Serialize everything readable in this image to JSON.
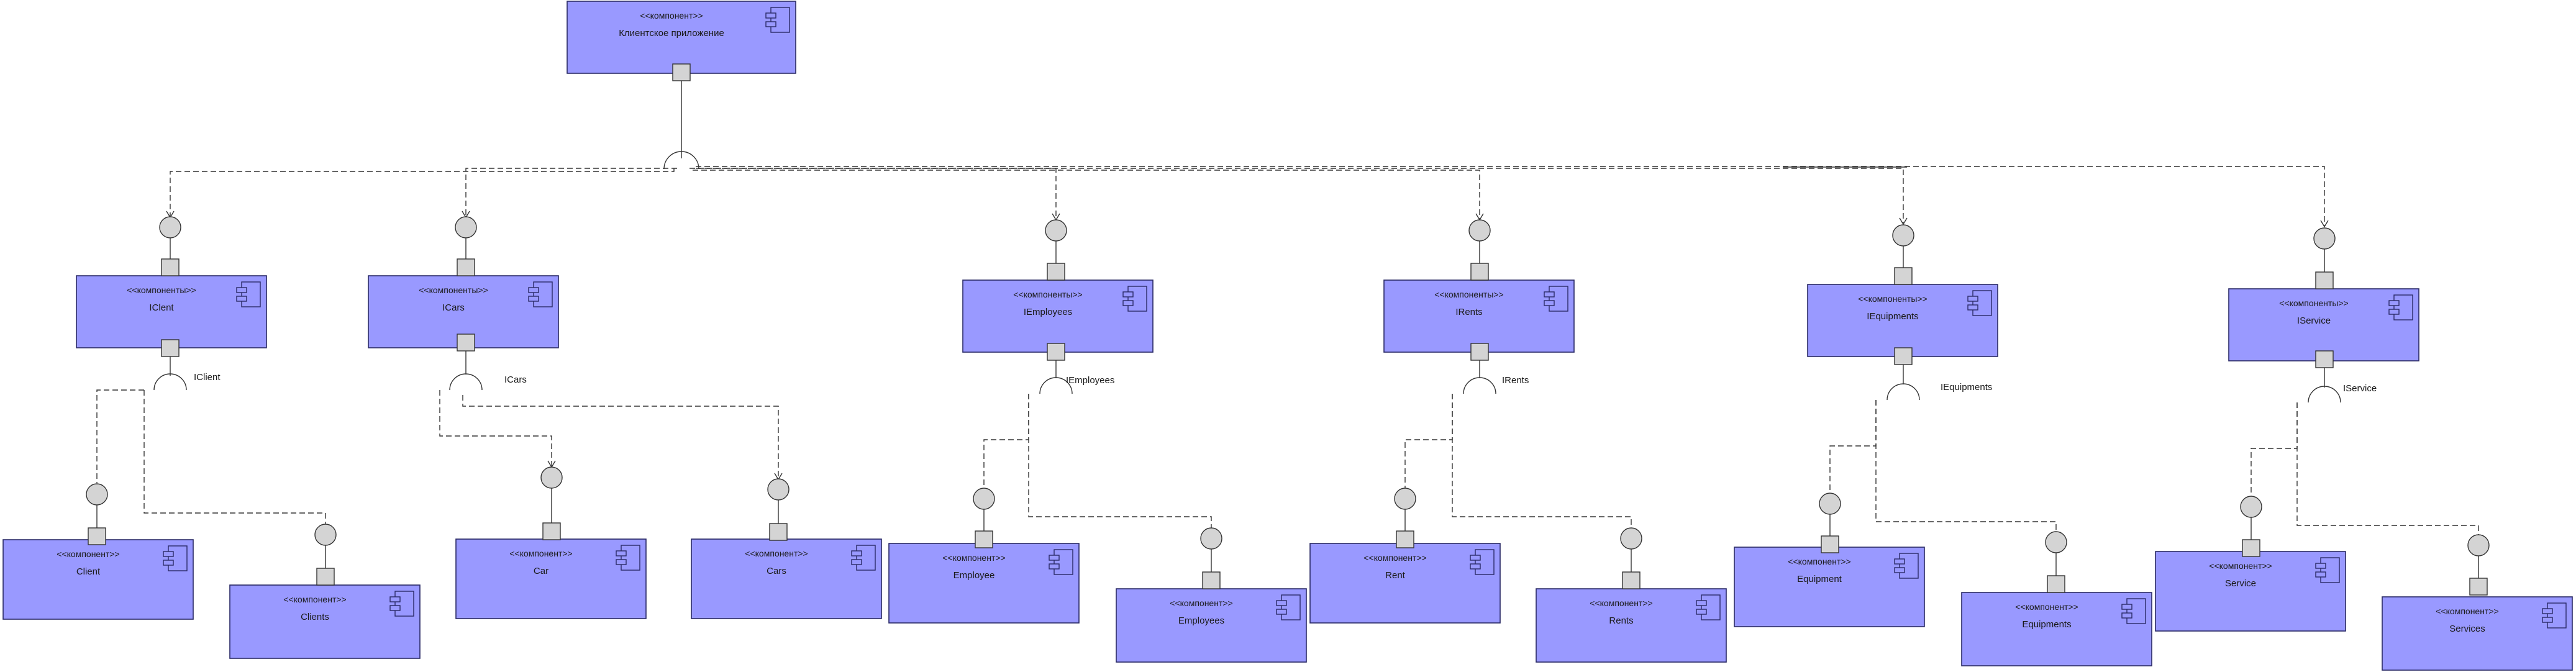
{
  "colors": {
    "component_fill": "#9999ff",
    "component_border": "#2a2a66",
    "port_fill": "#d4d4d4",
    "line": "#333333"
  },
  "components": {
    "client_app": {
      "stereotype": "<<компонент>>",
      "name": "Клиентское приложение"
    },
    "iclient": {
      "stereotype": "<<компоненты>>",
      "name": "IClent"
    },
    "icars": {
      "stereotype": "<<компоненты>>",
      "name": "ICars"
    },
    "iemployees": {
      "stereotype": "<<компоненты>>",
      "name": "IEmployees"
    },
    "irents": {
      "stereotype": "<<компоненты>>",
      "name": "IRents"
    },
    "iequipments": {
      "stereotype": "<<компоненты>>",
      "name": "IEquipments"
    },
    "iservice": {
      "stereotype": "<<компоненты>>",
      "name": "IService"
    },
    "client": {
      "stereotype": "<<компонент>>",
      "name": "Client"
    },
    "clients": {
      "stereotype": "<<компонент>>",
      "name": "Clients"
    },
    "car": {
      "stereotype": "<<компонент>>",
      "name": "Car"
    },
    "cars": {
      "stereotype": "<<компонент>>",
      "name": "Cars"
    },
    "employee": {
      "stereotype": "<<компонент>>",
      "name": "Employee"
    },
    "employees": {
      "stereotype": "<<компонент>>",
      "name": "Employees"
    },
    "rent": {
      "stereotype": "<<компонент>>",
      "name": "Rent"
    },
    "rents": {
      "stereotype": "<<компонент>>",
      "name": "Rents"
    },
    "equipment": {
      "stereotype": "<<компонент>>",
      "name": "Equipment"
    },
    "equipments": {
      "stereotype": "<<компонент>>",
      "name": "Equipments"
    },
    "service": {
      "stereotype": "<<компонент>>",
      "name": "Service"
    },
    "services": {
      "stereotype": "<<компонент>>",
      "name": "Services"
    }
  },
  "interface_labels": {
    "iclient": "IClient",
    "icars": "ICars",
    "iemployees": "IEmployees",
    "irents": "IRents",
    "iequipments": "IEquipments",
    "iservice": "IService"
  },
  "icons": {
    "component": "component-icon",
    "port": "port-square",
    "provided_interface": "lollipop-circle",
    "required_interface": "socket-arc"
  }
}
